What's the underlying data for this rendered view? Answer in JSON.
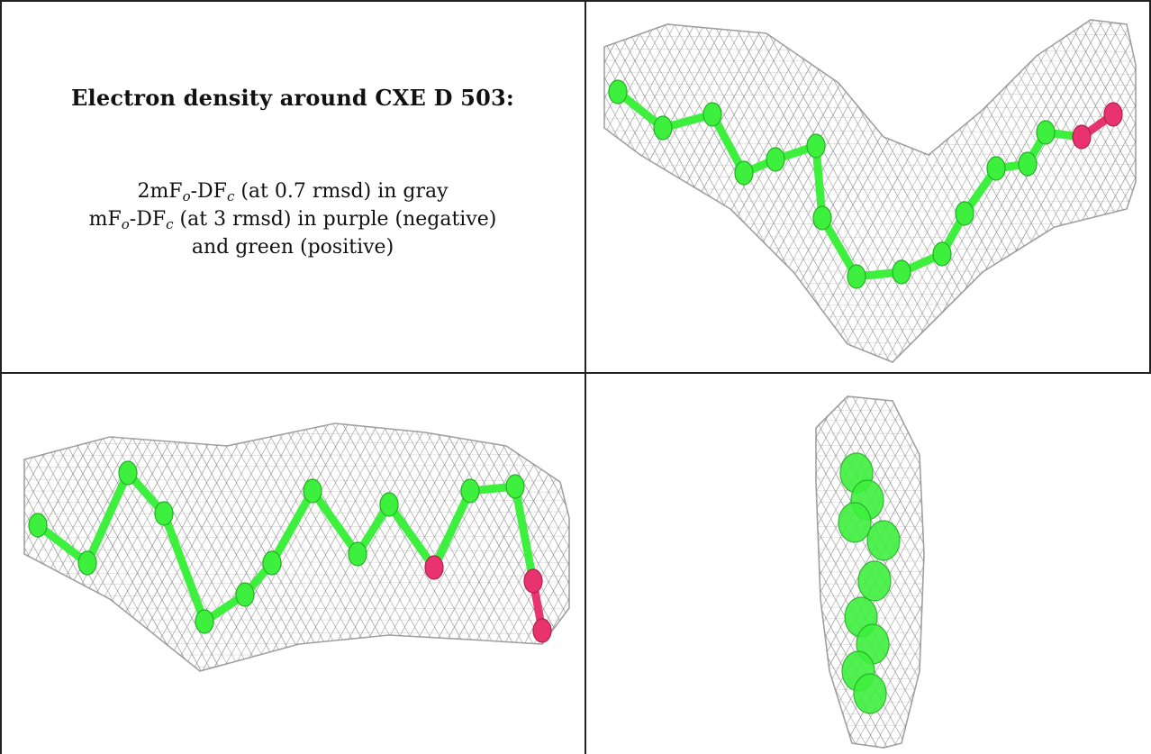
{
  "caption": {
    "title": "Electron density around CXE D 503:",
    "line1": {
      "pre": "2mF",
      "sub1": "o",
      "mid": "-DF",
      "sub2": "c",
      "post": " (at 0.7 rmsd) in gray"
    },
    "line2": {
      "pre": "mF",
      "sub1": "o",
      "mid": "-DF",
      "sub2": "c",
      "post": " (at 3 rmsd) in purple (negative)"
    },
    "line3": "and green (positive)"
  },
  "colors": {
    "mesh": "#8a8a8a",
    "carbon": "#3ef03e",
    "oxygen": "#e8336e",
    "border": "#222222"
  }
}
